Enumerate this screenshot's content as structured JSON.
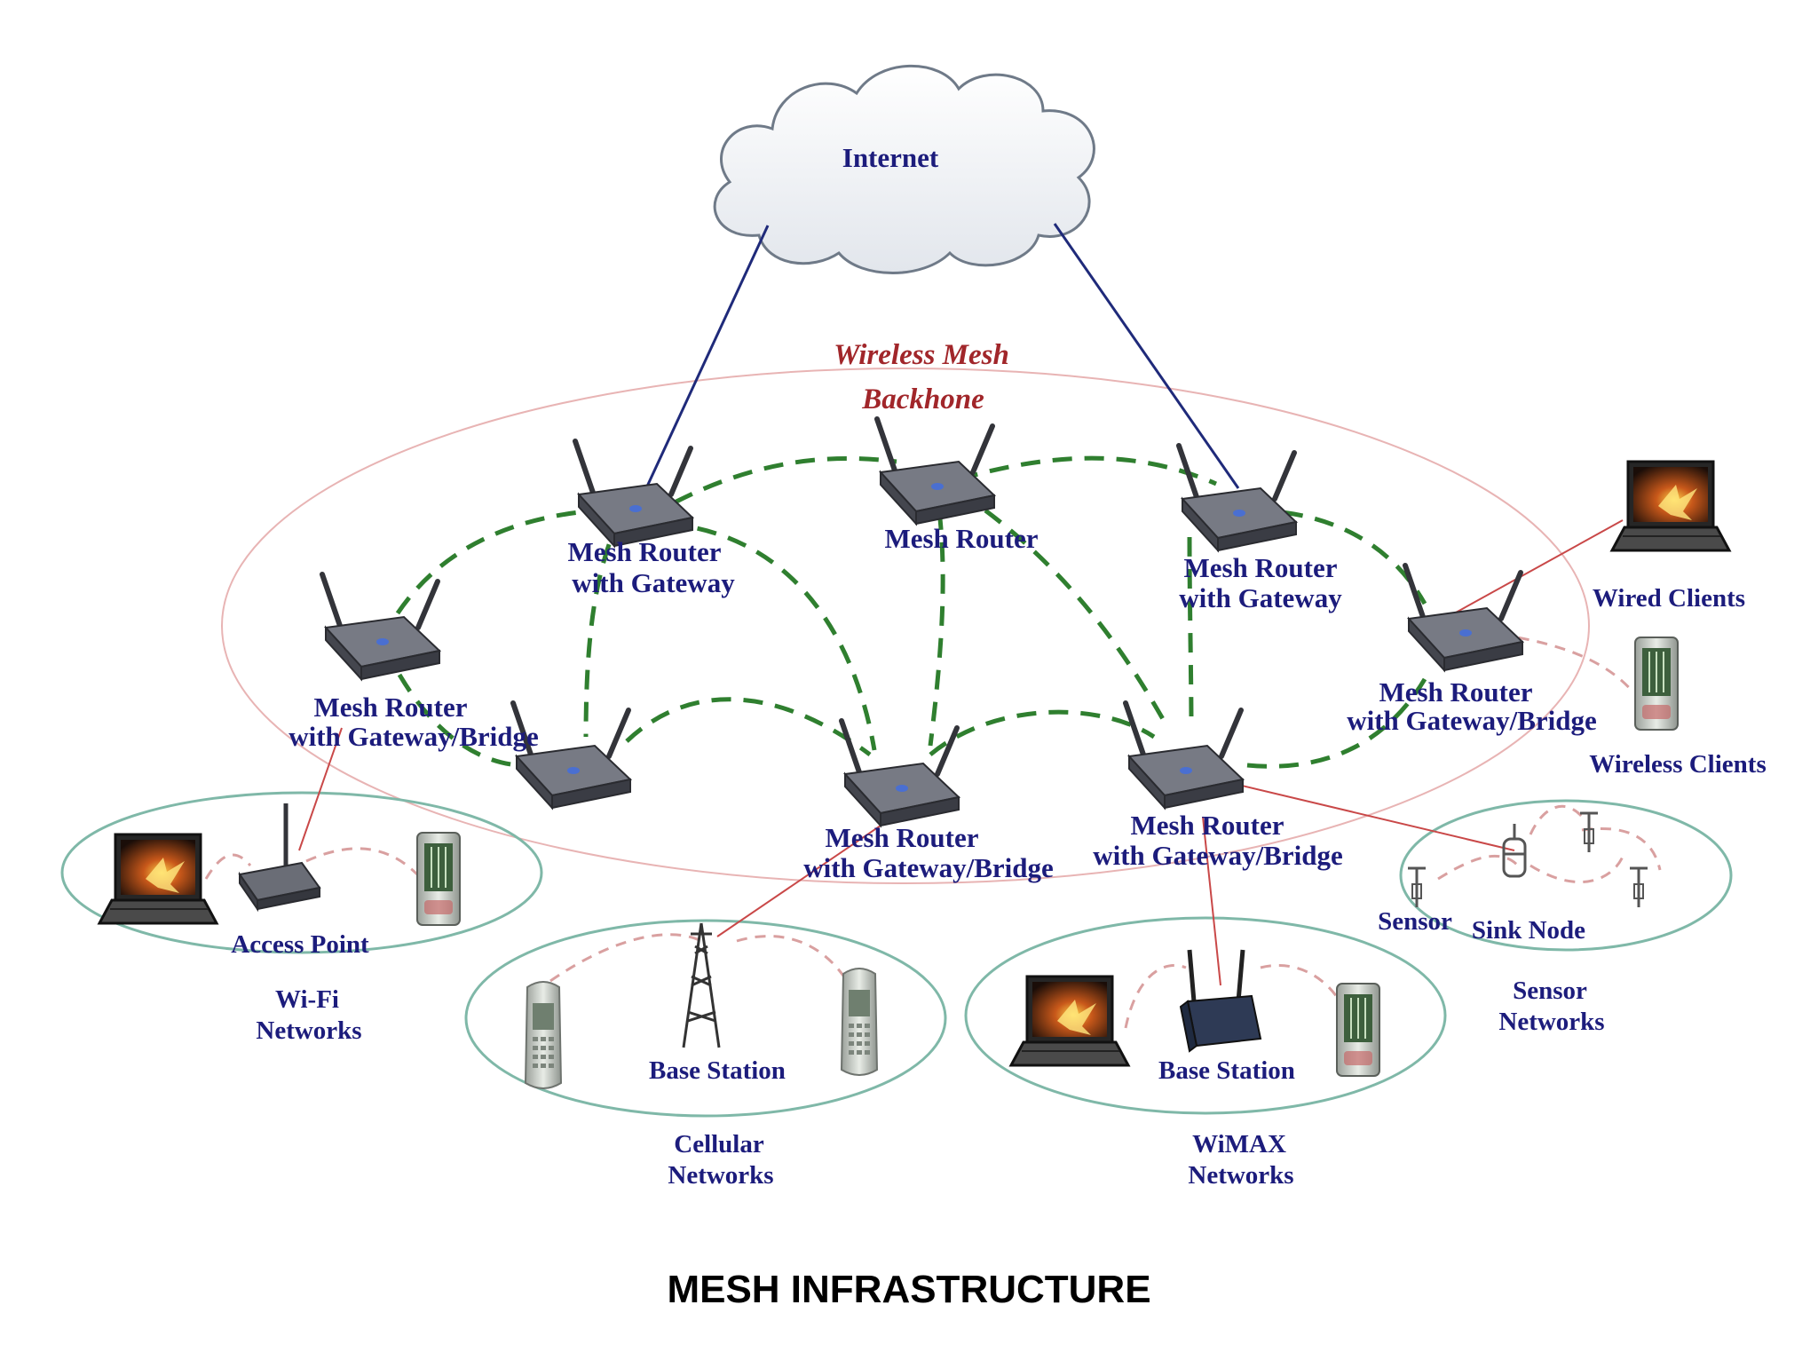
{
  "diagram": {
    "caption": "MESH INFRASTRUCTURE",
    "internet": "Internet",
    "backbone": {
      "line1": "Wireless Mesh",
      "line2": "Backhone"
    },
    "routers": {
      "r1": {
        "line1": "Mesh Router",
        "line2": "with Gateway"
      },
      "r2": {
        "line1": "Mesh Router"
      },
      "r3": {
        "line1": "Mesh Router",
        "line2": "with Gateway"
      },
      "r4": {
        "line1": "Mesh Router",
        "line2": "with Gateway/Bridge"
      },
      "r5": {
        "line1": "Mesh Router",
        "line2": "with Gateway/Bridge"
      },
      "r6": {
        "line1": "Mesh Router",
        "line2": "with Gateway/Bridge"
      },
      "r7": {
        "line1": "Mesh Router",
        "line2": "with Gateway/Bridge"
      }
    },
    "clients": {
      "wired": "Wired Clients",
      "wireless": "Wireless Clients"
    },
    "wifi": {
      "access_point": "Access Point",
      "name_line1": "Wi-Fi",
      "name_line2": "Networks"
    },
    "cellular": {
      "base_station": "Base Station",
      "name_line1": "Cellular",
      "name_line2": "Networks"
    },
    "wimax": {
      "base_station": "Base Station",
      "name_line1": "WiMAX",
      "name_line2": "Networks"
    },
    "sensor": {
      "sensor": "Sensor",
      "sink_node": "Sink Node",
      "name_line1": "Sensor",
      "name_line2": "Networks"
    }
  }
}
